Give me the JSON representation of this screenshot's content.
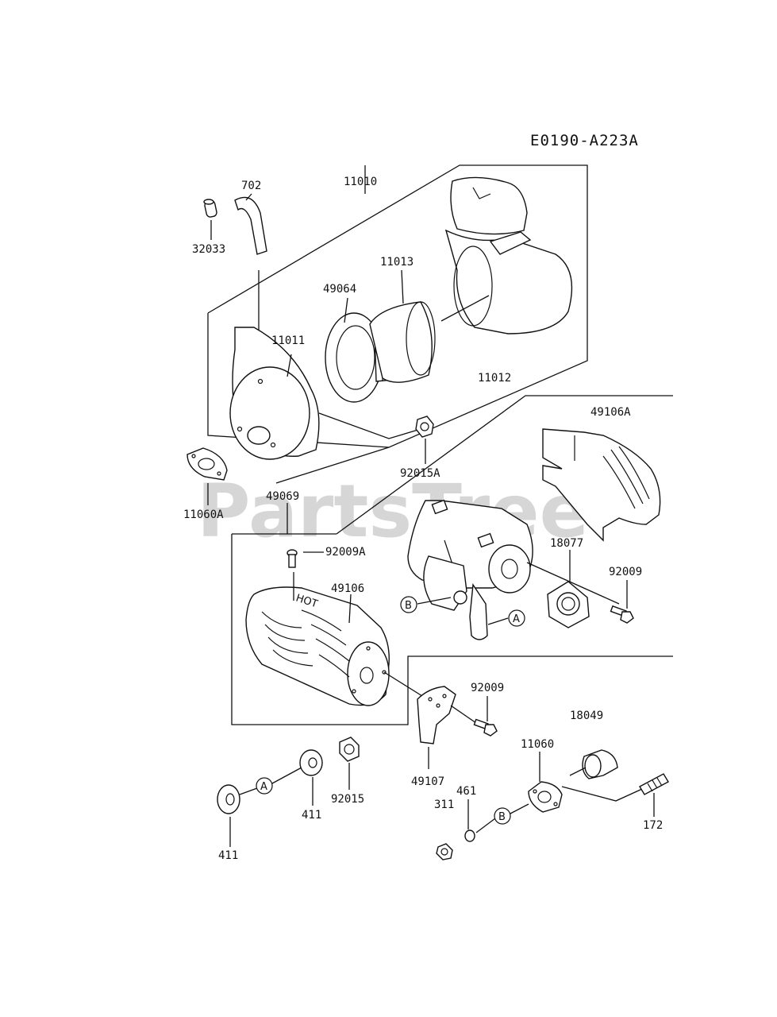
{
  "diagram_code": "E0190-A223A",
  "watermark": "PartsTree",
  "trademark": "™",
  "parts": [
    {
      "id": "p702",
      "number": "702"
    },
    {
      "id": "p11010",
      "number": "11010"
    },
    {
      "id": "p32033",
      "number": "32033"
    },
    {
      "id": "p11013",
      "number": "11013"
    },
    {
      "id": "p49064",
      "number": "49064"
    },
    {
      "id": "p11011",
      "number": "11011"
    },
    {
      "id": "p11012",
      "number": "11012"
    },
    {
      "id": "p49106A",
      "number": "49106A"
    },
    {
      "id": "p92015A",
      "number": "92015A"
    },
    {
      "id": "p11060A",
      "number": "11060A"
    },
    {
      "id": "p49069",
      "number": "49069"
    },
    {
      "id": "p92009A",
      "number": "92009A"
    },
    {
      "id": "p49106",
      "number": "49106"
    },
    {
      "id": "p18077",
      "number": "18077"
    },
    {
      "id": "p92009a",
      "number": "92009"
    },
    {
      "id": "p92009b",
      "number": "92009"
    },
    {
      "id": "p18049",
      "number": "18049"
    },
    {
      "id": "p11060",
      "number": "11060"
    },
    {
      "id": "p49107",
      "number": "49107"
    },
    {
      "id": "p461",
      "number": "461"
    },
    {
      "id": "p311",
      "number": "311"
    },
    {
      "id": "p172",
      "number": "172"
    },
    {
      "id": "p411a",
      "number": "411"
    },
    {
      "id": "p92015",
      "number": "92015"
    },
    {
      "id": "p411b",
      "number": "411"
    }
  ],
  "callouts": [
    {
      "id": "cB1",
      "letter": "B"
    },
    {
      "id": "cA1",
      "letter": "A"
    },
    {
      "id": "cA2",
      "letter": "A"
    },
    {
      "id": "cB2",
      "letter": "B"
    }
  ],
  "muffler_marking": "HOT"
}
